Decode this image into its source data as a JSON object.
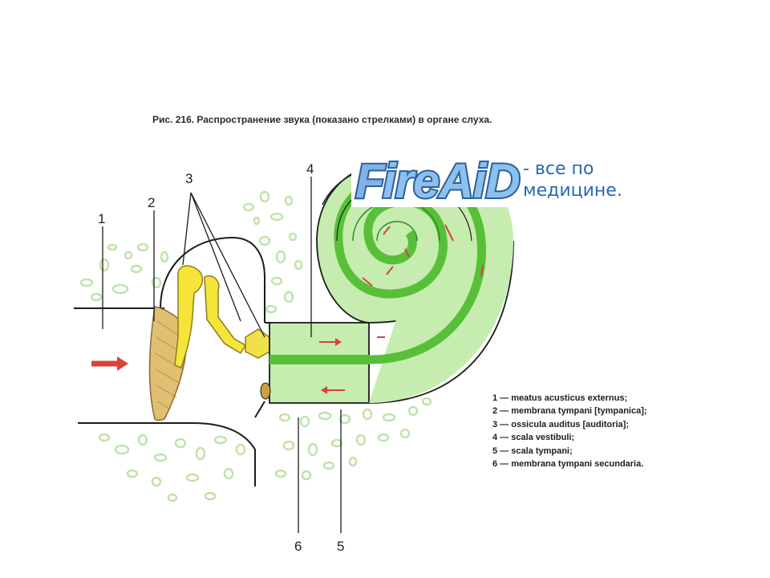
{
  "caption": "Рис. 216. Распространение звука (показано стрелками) в органе слуха.",
  "logo": {
    "brand_text": "FireAiD",
    "tagline_line1": "- все по",
    "tagline_line2": "медицине.",
    "brand_color": "#3e7fc4",
    "tagline_color": "#2a67b3"
  },
  "labels": {
    "n1": "1",
    "n2": "2",
    "n3": "3",
    "n4": "4",
    "n5": "5",
    "n6": "6"
  },
  "legend": [
    "1 — meatus acusticus externus;",
    "2 — membrana tympani [tympanica];",
    "3 — ossicula auditus [auditoria];",
    "4 — scala vestibuli;",
    "5 — scala tympani;",
    "6 — membrana tympani secundaria."
  ],
  "colors": {
    "cochlea_light": "#c6ecb0",
    "cochlea_dark": "#58c038",
    "ossicles": "#f6e43a",
    "eardrum": "#e0bf72",
    "arrows": "#d9423a",
    "bone_dots": "#bfe3ab"
  }
}
